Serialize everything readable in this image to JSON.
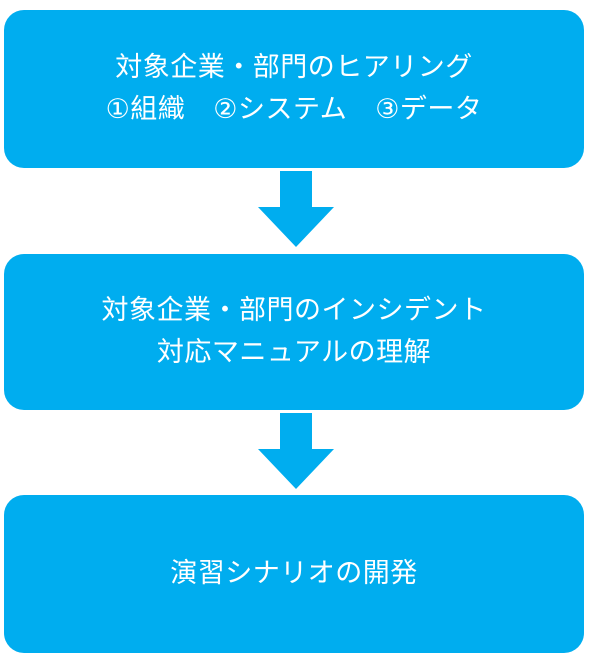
{
  "colors": {
    "box": "#00adef",
    "arrow": "#00adef",
    "text": "#ffffff"
  },
  "steps": [
    {
      "line1": "対象企業・部門のヒアリング",
      "items": [
        "①組織",
        "②システム",
        "③データ"
      ]
    },
    {
      "line1": "対象企業・部門のインシデント",
      "line2": "対応マニュアルの理解"
    },
    {
      "line1": "演習シナリオの開発"
    }
  ]
}
